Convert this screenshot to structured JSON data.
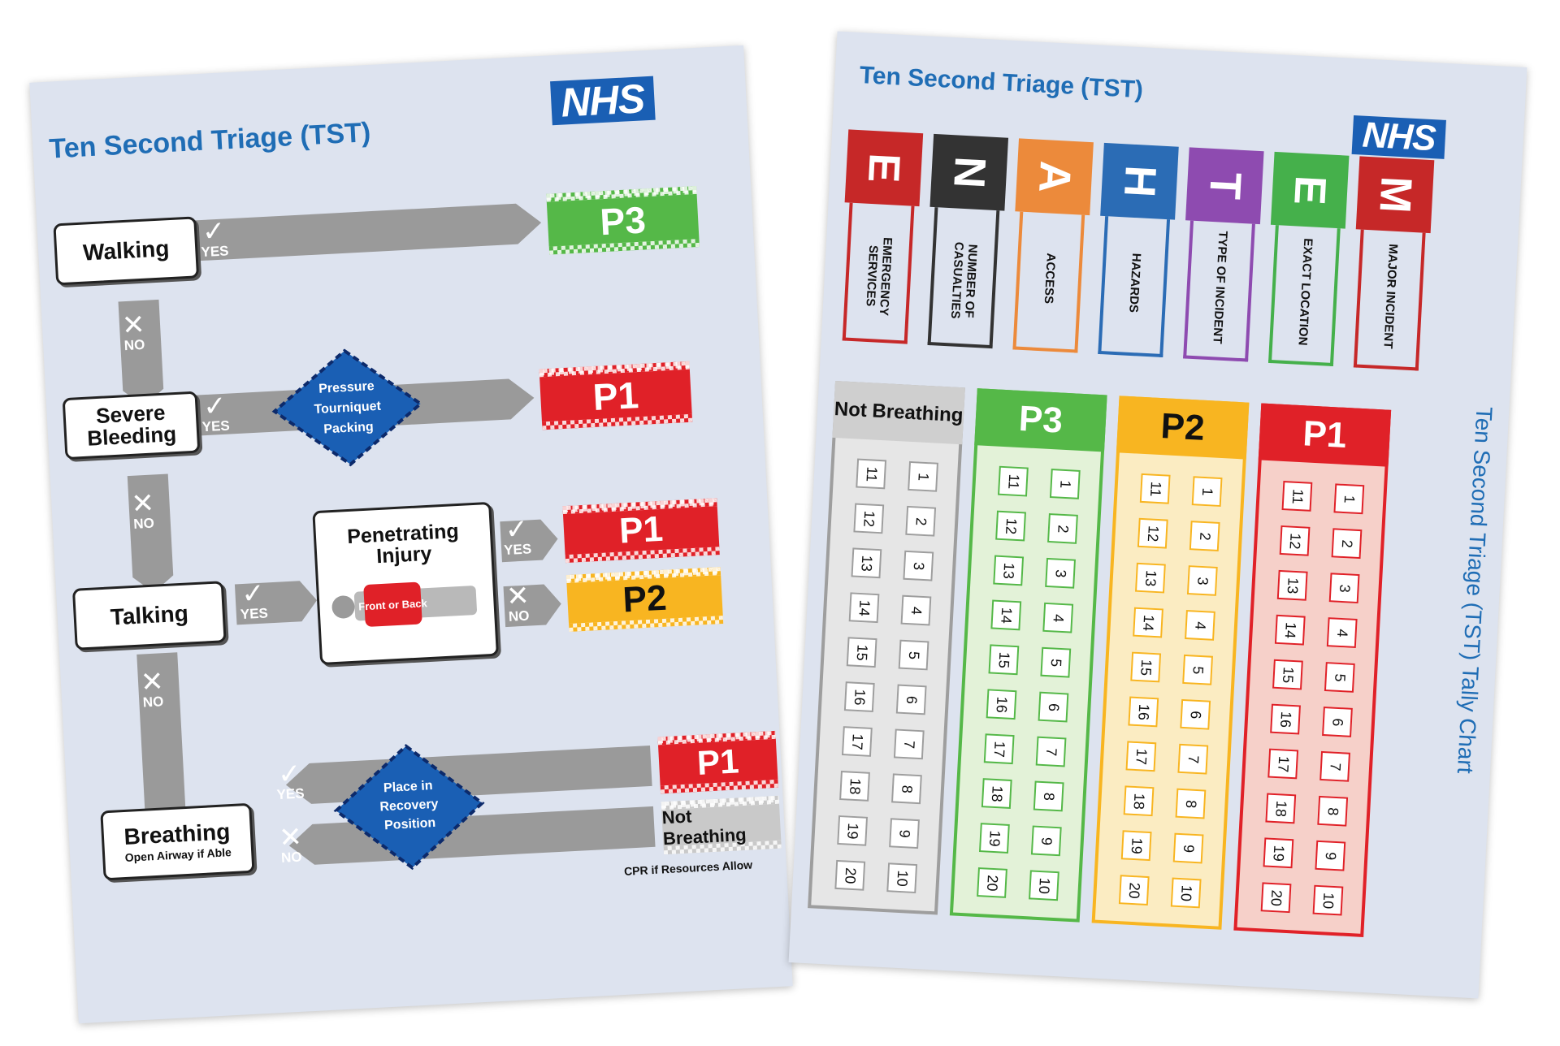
{
  "left_card": {
    "title": "Ten Second Triage (TST)",
    "logo": "NHS",
    "steps": {
      "walking": "Walking",
      "bleeding": "Severe Bleeding",
      "talking": "Talking",
      "breathing": "Breathing",
      "breathing_sub": "Open Airway if Able"
    },
    "yes": "YES",
    "no": "NO",
    "pressure_diamond": [
      "Pressure",
      "Tourniquet",
      "Packing"
    ],
    "penetrating": "Penetrating Injury",
    "front_or_back": "Front or Back",
    "recovery_diamond": [
      "Place in",
      "Recovery",
      "Position"
    ],
    "outcomes": {
      "walking_yes": "P3",
      "bleeding_yes": "P1",
      "penetrating_yes": "P1",
      "penetrating_no": "P2",
      "breathing_yes": "P1",
      "breathing_no": "Not Breathing"
    },
    "cpr_note": "CPR if Resources Allow",
    "colors": {
      "p1": "#e02128",
      "p2": "#f8b521",
      "p3": "#55b848",
      "nb": "#c9c9c9",
      "arrow": "#9a9a9a",
      "diamond": "#1a5fb4"
    }
  },
  "right_card": {
    "title": "Ten Second Triage (TST)",
    "logo": "NHS",
    "methane": [
      {
        "letter": "E",
        "word": "EMERGENCY SERVICES",
        "color": "#c62828"
      },
      {
        "letter": "N",
        "word": "NUMBER OF CASUALTIES",
        "color": "#333333"
      },
      {
        "letter": "A",
        "word": "ACCESS",
        "color": "#ec8a3b"
      },
      {
        "letter": "H",
        "word": "HAZARDS",
        "color": "#2b6cb5"
      },
      {
        "letter": "T",
        "word": "TYPE OF INCIDENT",
        "color": "#8e4bb0"
      },
      {
        "letter": "E",
        "word": "EXACT LOCATION",
        "color": "#45b04b"
      },
      {
        "letter": "M",
        "word": "MAJOR INCIDENT",
        "color": "#c62828"
      }
    ],
    "tally_columns": [
      {
        "label": "Not Breathing",
        "color": "#9e9e9e",
        "bg": "#e6e6e6",
        "head_bg": "#cfcfcf",
        "head_text": "#111"
      },
      {
        "label": "P3",
        "color": "#55b848",
        "bg": "#e3f2d8",
        "head_bg": "#55b848",
        "head_text": "#fff"
      },
      {
        "label": "P2",
        "color": "#f8b521",
        "bg": "#fbecc2",
        "head_bg": "#f8b521",
        "head_text": "#111"
      },
      {
        "label": "P1",
        "color": "#e02128",
        "bg": "#f6d0c9",
        "head_bg": "#e02128",
        "head_text": "#fff"
      }
    ],
    "tally_numbers": [
      "1",
      "2",
      "3",
      "4",
      "5",
      "6",
      "7",
      "8",
      "9",
      "10",
      "11",
      "12",
      "13",
      "14",
      "15",
      "16",
      "17",
      "18",
      "19",
      "20"
    ],
    "vertical_title": "Ten Second Triage (TST) Tally Chart"
  }
}
